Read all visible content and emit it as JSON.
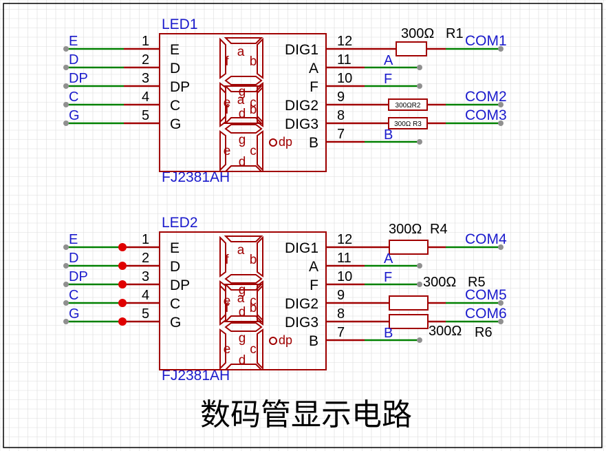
{
  "colors": {
    "grid": "#dcdcdc",
    "border": "#000000",
    "component": "#a00000",
    "wire": "#008000",
    "net_label": "#1a1acc",
    "text": "#000000",
    "junction": "#e00000",
    "endpoint": "#909090"
  },
  "title": "数码管显示电路",
  "displays": [
    {
      "designator": "LED1",
      "part": "FJ2381AH",
      "left_pins": [
        {
          "num": "1",
          "name": "E",
          "net": "E"
        },
        {
          "num": "2",
          "name": "D",
          "net": "D"
        },
        {
          "num": "3",
          "name": "DP",
          "net": "DP"
        },
        {
          "num": "4",
          "name": "C",
          "net": "C"
        },
        {
          "num": "5",
          "name": "G",
          "net": "G"
        }
      ],
      "right_pins": [
        {
          "num": "12",
          "name": "DIG1"
        },
        {
          "num": "11",
          "name": "A"
        },
        {
          "num": "10",
          "name": "F"
        },
        {
          "num": "9",
          "name": "DIG2"
        },
        {
          "num": "8",
          "name": "DIG3"
        },
        {
          "num": "7",
          "name": "B"
        }
      ],
      "segments": [
        "a",
        "b",
        "c",
        "d",
        "e",
        "f",
        "g"
      ],
      "dp_label": "dp",
      "junctions": false,
      "right_nets": [
        {
          "pin": "12",
          "type": "resistor",
          "value": "300Ω",
          "ref": "R1",
          "label_small": false,
          "net": "COM1"
        },
        {
          "pin": "11",
          "type": "net",
          "net": "A"
        },
        {
          "pin": "10",
          "type": "net",
          "net": "F"
        },
        {
          "pin": "9",
          "type": "resistor",
          "text": "300ΩR2",
          "label_small": true,
          "net": "COM2"
        },
        {
          "pin": "8",
          "type": "resistor",
          "text": "300Ω R3",
          "label_small": true,
          "net": "COM3"
        },
        {
          "pin": "7",
          "type": "net",
          "net": "B"
        }
      ]
    },
    {
      "designator": "LED2",
      "part": "FJ2381AH",
      "left_pins": [
        {
          "num": "1",
          "name": "E",
          "net": "E"
        },
        {
          "num": "2",
          "name": "D",
          "net": "D"
        },
        {
          "num": "3",
          "name": "DP",
          "net": "DP"
        },
        {
          "num": "4",
          "name": "C",
          "net": "C"
        },
        {
          "num": "5",
          "name": "G",
          "net": "G"
        }
      ],
      "right_pins": [
        {
          "num": "12",
          "name": "DIG1"
        },
        {
          "num": "11",
          "name": "A"
        },
        {
          "num": "10",
          "name": "F"
        },
        {
          "num": "9",
          "name": "DIG2"
        },
        {
          "num": "8",
          "name": "DIG3"
        },
        {
          "num": "7",
          "name": "B"
        }
      ],
      "segments": [
        "a",
        "b",
        "c",
        "d",
        "e",
        "f",
        "g"
      ],
      "dp_label": "dp",
      "junctions": true,
      "right_nets": [
        {
          "pin": "12",
          "type": "resistor",
          "value": "300Ω",
          "ref": "R4",
          "net": "COM4"
        },
        {
          "pin": "11",
          "type": "net",
          "net": "A"
        },
        {
          "pin": "10",
          "type": "net",
          "net": "F"
        },
        {
          "pin": "9",
          "type": "resistor",
          "value": "300Ω",
          "ref": "R5",
          "net": "COM5"
        },
        {
          "pin": "8",
          "type": "resistor",
          "value": "300Ω",
          "ref": "R6",
          "net": "COM6"
        },
        {
          "pin": "7",
          "type": "net",
          "net": "B"
        }
      ]
    }
  ]
}
